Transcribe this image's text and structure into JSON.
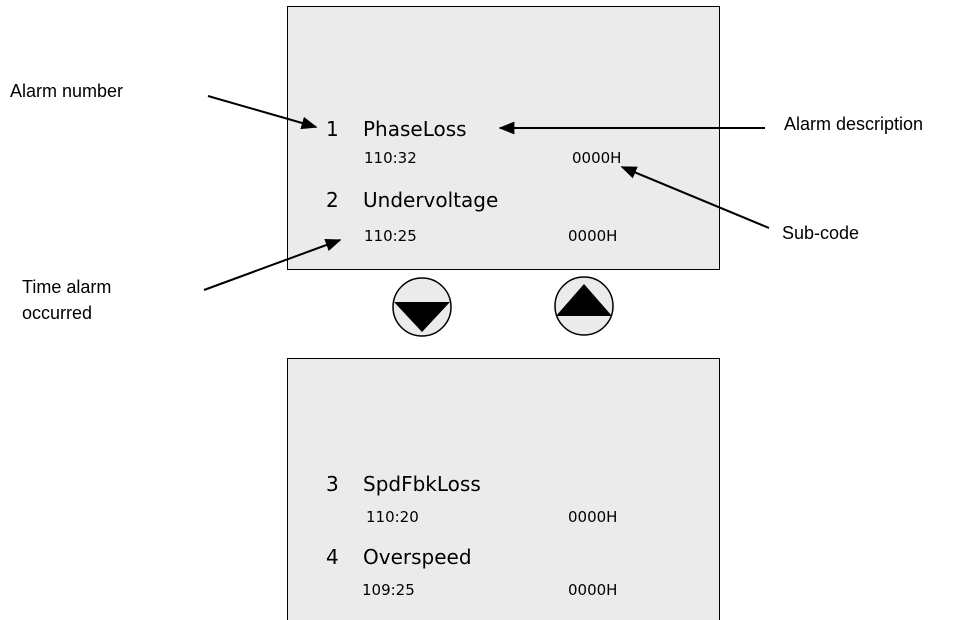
{
  "colors": {
    "panel": "#ebebeb",
    "line": "#000000"
  },
  "callouts": {
    "alarm_number": "Alarm number",
    "alarm_description": "Alarm description",
    "sub_code": "Sub-code",
    "time_line1": "Time alarm",
    "time_line2": "occurred"
  },
  "buttons": {
    "down": "down-arrow-button",
    "up": "up-arrow-button"
  },
  "alarms": [
    {
      "number": "1",
      "description": "PhaseLoss",
      "time": "110:32",
      "subcode": "0000H"
    },
    {
      "number": "2",
      "description": "Undervoltage",
      "time": "110:25",
      "subcode": "0000H"
    },
    {
      "number": "3",
      "description": "SpdFbkLoss",
      "time": "110:20",
      "subcode": "0000H"
    },
    {
      "number": "4",
      "description": "Overspeed",
      "time": "109:25",
      "subcode": "0000H"
    }
  ]
}
